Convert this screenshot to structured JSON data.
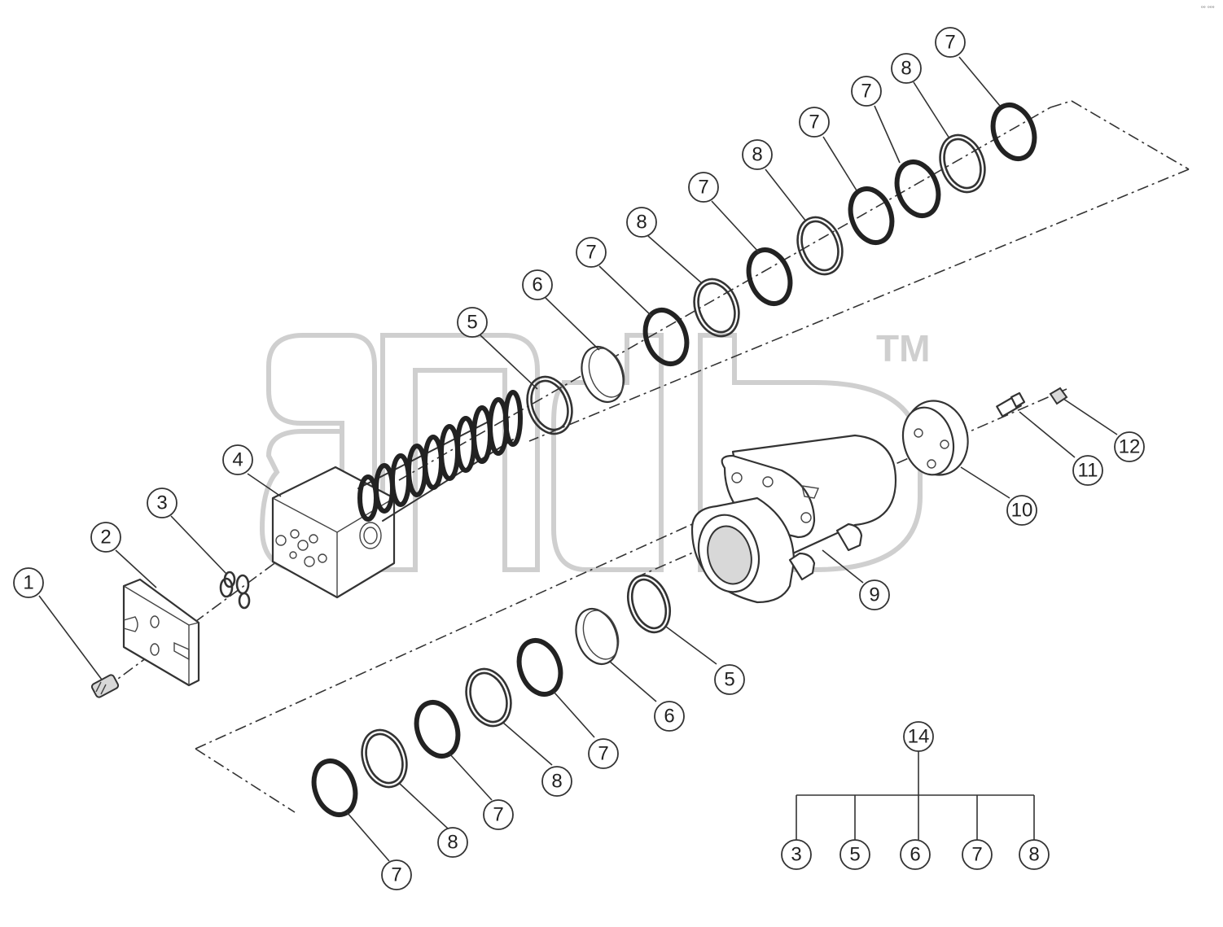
{
  "watermark": {
    "trademark": "TM"
  },
  "corner_mark": "ᵒᵒ ᵒᵒᵒ",
  "callouts": [
    {
      "id": "c1",
      "label": "1"
    },
    {
      "id": "c2",
      "label": "2"
    },
    {
      "id": "c3",
      "label": "3"
    },
    {
      "id": "c4",
      "label": "4"
    },
    {
      "id": "c5a",
      "label": "5"
    },
    {
      "id": "c6a",
      "label": "6"
    },
    {
      "id": "c7a",
      "label": "7"
    },
    {
      "id": "c8a",
      "label": "8"
    },
    {
      "id": "c7b",
      "label": "7"
    },
    {
      "id": "c8b",
      "label": "8"
    },
    {
      "id": "c7c",
      "label": "7"
    },
    {
      "id": "c7d",
      "label": "7"
    },
    {
      "id": "c8c",
      "label": "8"
    },
    {
      "id": "c7e",
      "label": "7"
    },
    {
      "id": "c9",
      "label": "9"
    },
    {
      "id": "c10",
      "label": "10"
    },
    {
      "id": "c11",
      "label": "11"
    },
    {
      "id": "c12",
      "label": "12"
    },
    {
      "id": "c5b",
      "label": "5"
    },
    {
      "id": "c6b",
      "label": "6"
    },
    {
      "id": "c7f",
      "label": "7"
    },
    {
      "id": "c8d",
      "label": "8"
    },
    {
      "id": "c7g",
      "label": "7"
    },
    {
      "id": "c8e",
      "label": "8"
    },
    {
      "id": "c7h",
      "label": "7"
    },
    {
      "id": "c14",
      "label": "14"
    },
    {
      "id": "k3",
      "label": "3"
    },
    {
      "id": "k5",
      "label": "5"
    },
    {
      "id": "k6",
      "label": "6"
    },
    {
      "id": "k7",
      "label": "7"
    },
    {
      "id": "k8",
      "label": "8"
    }
  ]
}
